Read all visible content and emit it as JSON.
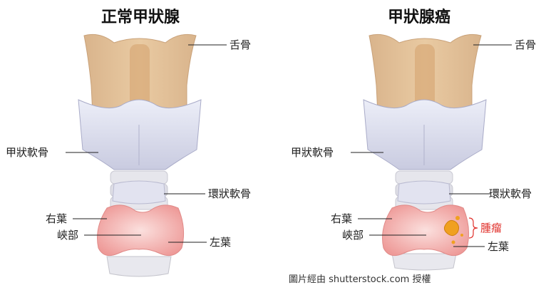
{
  "normal": {
    "title": "正常甲狀腺",
    "labels": {
      "hyoid": "舌骨",
      "thyroid_cartilage": "甲狀軟骨",
      "cricoid_cartilage": "環狀軟骨",
      "right_lobe": "右葉",
      "isthmus": "峽部",
      "left_lobe": "左葉"
    }
  },
  "cancer": {
    "title": "甲狀腺癌",
    "labels": {
      "hyoid": "舌骨",
      "thyroid_cartilage": "甲狀軟骨",
      "cricoid_cartilage": "環狀軟骨",
      "right_lobe": "右葉",
      "isthmus": "峽部",
      "tumor": "腫瘤",
      "left_lobe": "左葉"
    }
  },
  "credit": "圖片經由 shutterstock.com 授權",
  "colors": {
    "hyoid": "#e8c9a0",
    "cartilage": "#dfe0f0",
    "thyroid": "#f1a7a5",
    "trachea": "#e4e4ea",
    "tumor": "#f0a020",
    "tumor_label": "#e0302b"
  }
}
